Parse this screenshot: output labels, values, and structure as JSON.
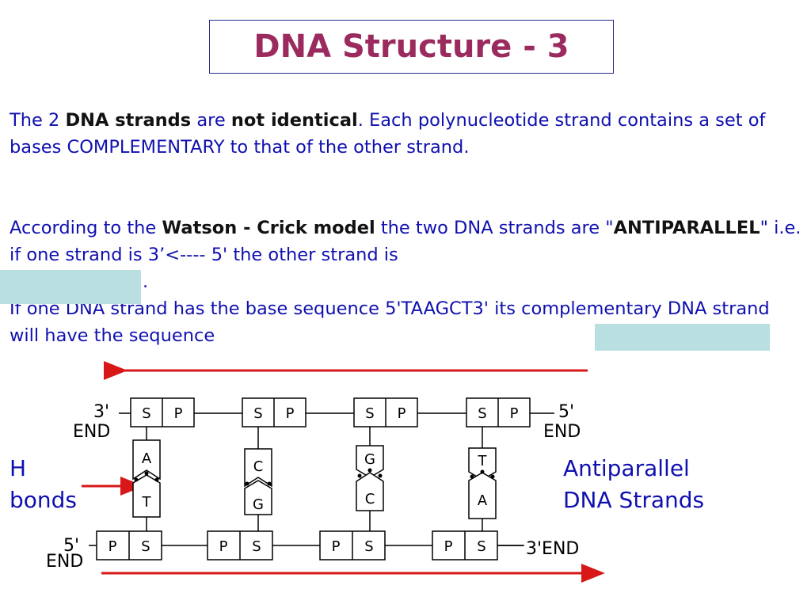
{
  "slide": {
    "title": "DNA Structure - 3",
    "p1": {
      "t1": "The 2 ",
      "b1": "DNA strands",
      "t2": " are ",
      "b2": "not identical",
      "t3": ". Each polynucleotide strand contains a set of bases COMPLEMENTARY to that of the other strand."
    },
    "p2": {
      "t1": "According to the ",
      "b1": "Watson - Crick model",
      "t2": " the two DNA strands are \"",
      "b2": "ANTIPARALLEL",
      "t3": "\" i.e. if one strand is 3’<----  5' the other strand is",
      "t4": "."
    },
    "p3": {
      "t1": "If one DNA strand has the base sequence 5'TAAGCT3' its complementary DNA strand will have the sequence"
    },
    "labels": {
      "h_bonds_line1": "H",
      "h_bonds_line2": "bonds",
      "antiparallel_line1": "Antiparallel",
      "antiparallel_line2": "DNA Strands"
    }
  },
  "diagram": {
    "top_left_end": "3'",
    "top_left_end_word": "END",
    "top_right_end": "5'",
    "top_right_end_word": "END",
    "bottom_left_end": "5'",
    "bottom_left_end_word": "END",
    "bottom_right_end": "3'END",
    "sugar_label": "S",
    "phosphate_label": "P",
    "top_bases": [
      "A",
      "C",
      "G",
      "T"
    ],
    "bottom_bases": [
      "T",
      "G",
      "C",
      "A"
    ]
  },
  "colors": {
    "title": "#9b2b5e",
    "body_text": "#1010b0",
    "arrow": "#d81818",
    "hidden_answer_box": "#b9dfe0"
  }
}
